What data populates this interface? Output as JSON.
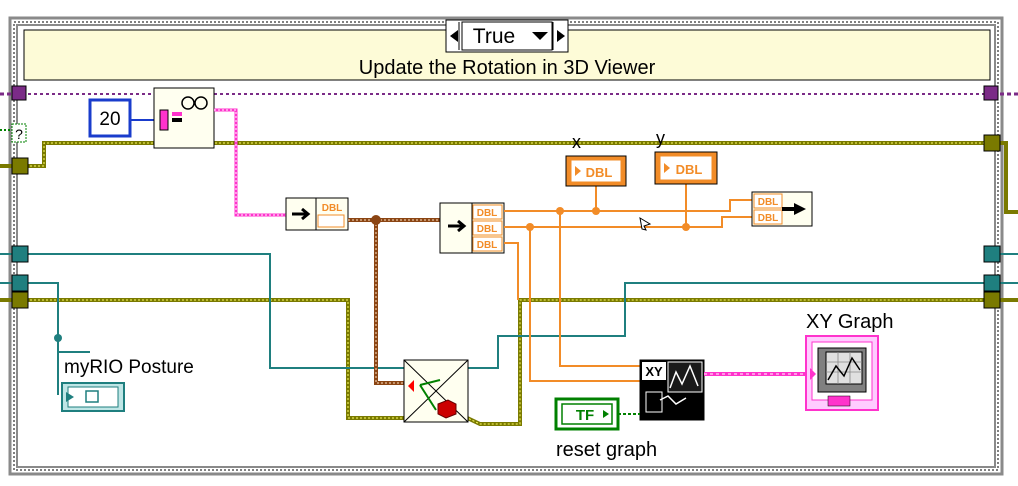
{
  "case_structure": {
    "selector_value": "True",
    "comment": "Update the Rotation in 3D Viewer",
    "colors": {
      "frame": "#8a8a8a",
      "comment_bg": "#fdfbd7",
      "case_bg": "#ffffff"
    }
  },
  "constants": {
    "wait_ms": "20",
    "reset_graph_value": "TF"
  },
  "labels": {
    "x": "x",
    "y": "y",
    "xy_graph": "XY Graph",
    "myrio_posture": "myRIO Posture",
    "reset_graph": "reset graph",
    "xy_icon_text": "XY",
    "dbl": "DBL",
    "question_mark": "?"
  },
  "wire_colors": {
    "orange": "#f28c28",
    "brown": "#8b4513",
    "pink": "#ff33cc",
    "teal": "#1f7f7f",
    "olive": "#7a7a00",
    "blue": "#1a3ccc",
    "green": "#008000"
  },
  "icons": [
    "wait-icon",
    "unbundle-icon",
    "array-index-icon",
    "build-array-icon",
    "3d-rotation-icon",
    "xy-express-icon",
    "xy-graph-icon",
    "right-arrow-icon",
    "selector-decrement-icon",
    "selector-increment-icon",
    "dropdown-icon"
  ]
}
